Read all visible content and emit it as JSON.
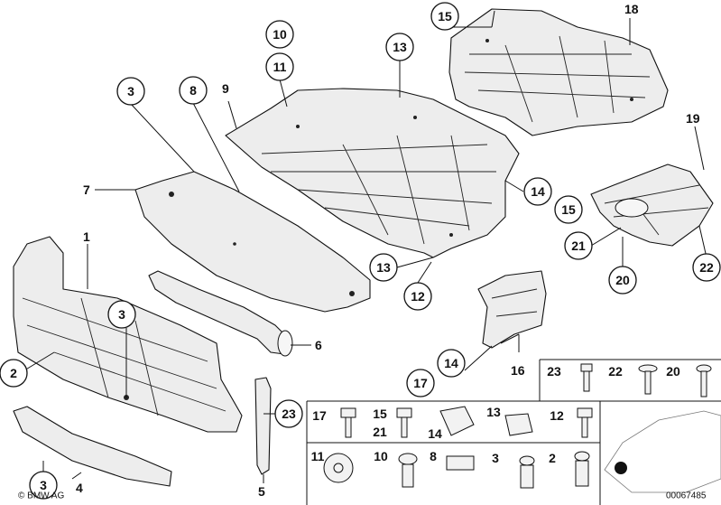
{
  "copyright": "© BMW AG",
  "drawing_number": "00067485",
  "callouts": [
    {
      "id": "c15a",
      "label": "15"
    },
    {
      "id": "c10",
      "label": "10"
    },
    {
      "id": "c11",
      "label": "11"
    },
    {
      "id": "c13a",
      "label": "13"
    },
    {
      "id": "c3a",
      "label": "3"
    },
    {
      "id": "c8",
      "label": "8"
    },
    {
      "id": "c14a",
      "label": "14"
    },
    {
      "id": "c15b",
      "label": "15"
    },
    {
      "id": "c21",
      "label": "21"
    },
    {
      "id": "c20",
      "label": "20"
    },
    {
      "id": "c22",
      "label": "22"
    },
    {
      "id": "c13b",
      "label": "13"
    },
    {
      "id": "c12",
      "label": "12"
    },
    {
      "id": "c3b",
      "label": "3"
    },
    {
      "id": "c2",
      "label": "2"
    },
    {
      "id": "c14b",
      "label": "14"
    },
    {
      "id": "c17",
      "label": "17"
    },
    {
      "id": "c23",
      "label": "23"
    },
    {
      "id": "c3c",
      "label": "3"
    }
  ],
  "plain_labels": [
    {
      "id": "l18",
      "label": "18"
    },
    {
      "id": "l9",
      "label": "9"
    },
    {
      "id": "l19",
      "label": "19"
    },
    {
      "id": "l7",
      "label": "7"
    },
    {
      "id": "l1",
      "label": "1"
    },
    {
      "id": "l6",
      "label": "6"
    },
    {
      "id": "l16",
      "label": "16"
    },
    {
      "id": "l4",
      "label": "4"
    },
    {
      "id": "l5",
      "label": "5"
    }
  ],
  "fastener_grid": {
    "row1": [
      "23",
      "22",
      "20"
    ],
    "row2": [
      "17",
      "15",
      "21",
      "14",
      "13",
      "12"
    ],
    "row3": [
      "11",
      "10",
      "8",
      "3",
      "2"
    ]
  }
}
